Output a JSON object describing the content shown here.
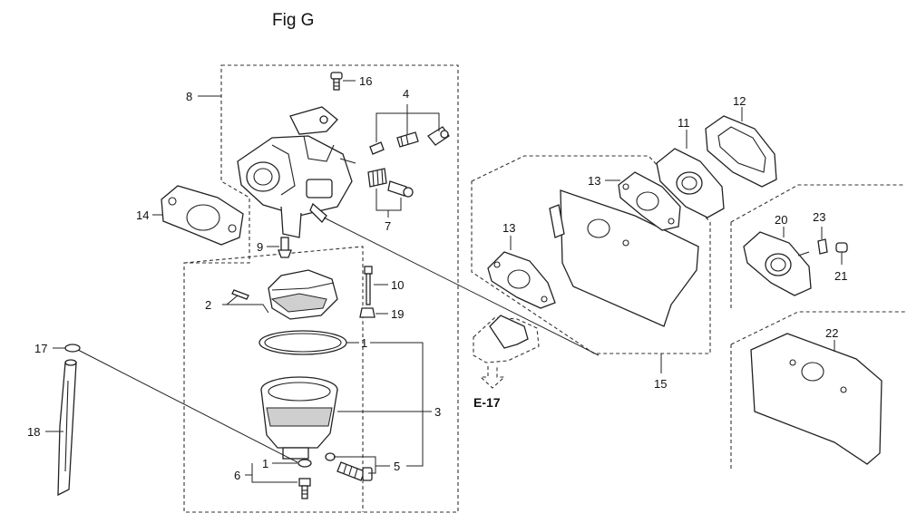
{
  "title": "Fig G",
  "reference": "E-17",
  "callouts": {
    "c1a": "1",
    "c1b": "1",
    "c2": "2",
    "c3": "3",
    "c4": "4",
    "c5": "5",
    "c6": "6",
    "c7": "7",
    "c8": "8",
    "c9": "9",
    "c10": "10",
    "c11": "11",
    "c12": "12",
    "c13a": "13",
    "c13b": "13",
    "c14": "14",
    "c15": "15",
    "c16": "16",
    "c17": "17",
    "c18": "18",
    "c19": "19",
    "c20": "20",
    "c21": "21",
    "c22": "22",
    "c23": "23"
  }
}
